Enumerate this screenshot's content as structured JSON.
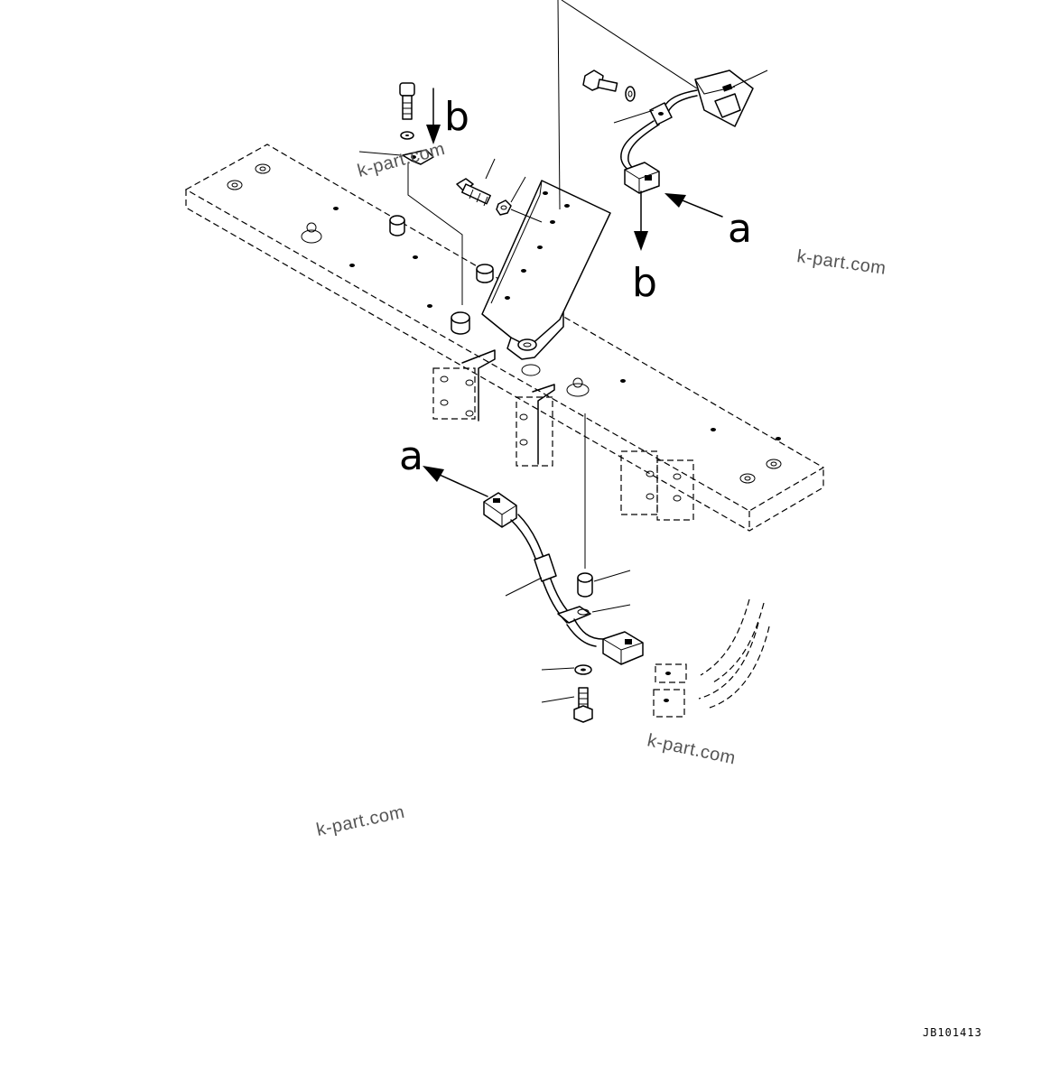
{
  "diagram": {
    "connection_labels": {
      "a": "a",
      "b": "b"
    },
    "watermark": "k-part.com",
    "drawing_code": "JB101413"
  }
}
